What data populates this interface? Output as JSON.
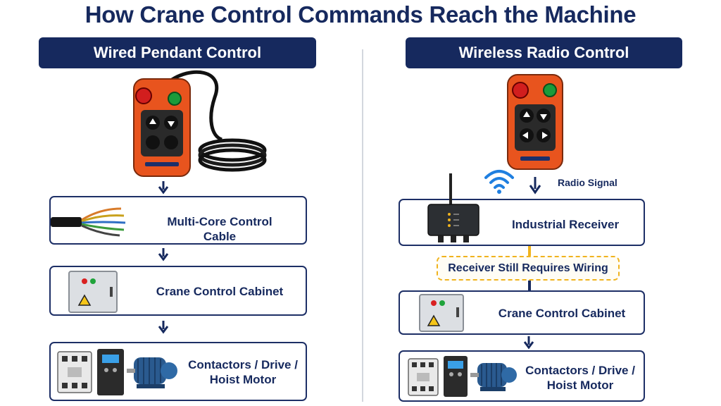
{
  "title": "How Crane Control Commands Reach the Machine",
  "left": {
    "header": "Wired Pendant Control",
    "steps": [
      "Multi-Core Control Cable",
      "Crane Control Cabinet",
      "Contactors / Drive /\nHoist Motor"
    ]
  },
  "right": {
    "header": "Wireless Radio Control",
    "signal_label": "Radio Signal",
    "receiver_label": "Industrial Receiver",
    "wiring_note": "Receiver Still Requires Wiring",
    "cabinet_label": "Crane Control Cabinet",
    "motor_label": "Contactors / Drive /\nHoist Motor"
  },
  "colors": {
    "navy": "#16295e",
    "pendant_orange": "#e8541e",
    "wiring_yellow": "#f0b31e",
    "wifi_blue": "#1f7fe0",
    "motor_blue": "#2a5a8f"
  },
  "icons": [
    "wired-pendant-icon",
    "radio-remote-icon",
    "cable-icon",
    "cabinet-icon",
    "contactor-icon",
    "drive-icon",
    "motor-icon",
    "receiver-icon",
    "wifi-icon"
  ]
}
